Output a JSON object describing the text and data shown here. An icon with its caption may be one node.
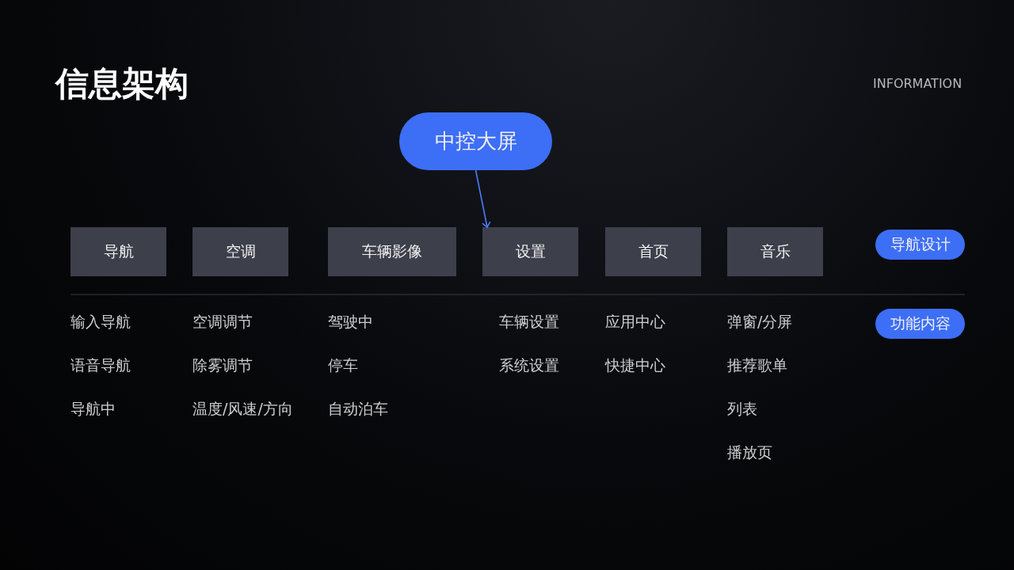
{
  "diagram": {
    "title": "信息架构",
    "nodes": [
      {
        "text": [
          "中控大屏"
        ]
      },
      {
        "text": [
          "导航"
        ],
        "beside": [
          "输入导航",
          "语音导航",
          "导航中"
        ]
      },
      {
        "text": [
          "空调"
        ],
        "beside": [
          "空调调节",
          "除雾调节",
          "温度/风速/方向"
        ]
      },
      {
        "text": [
          "车辆影像"
        ],
        "beside": [
          "驾驶中",
          "停车",
          "自动泊车"
        ]
      },
      {
        "text": [
          "设置"
        ],
        "beside": [
          "车辆设置",
          "系统设置"
        ]
      },
      {
        "text": [
          "首页"
        ],
        "beside": [
          "应用中心",
          "快捷中心"
        ]
      },
      {
        "text": [
          "音乐"
        ],
        "beside": [
          "弹窗/分屏",
          "推荐歌单",
          "列表",
          "播放页"
        ]
      },
      {
        "text": [
          "导航设计"
        ]
      },
      {
        "text": [
          "功能内容"
        ]
      }
    ],
    "edges": [
      {
        "from": 0,
        "to": 4,
        "arrow": "to"
      }
    ],
    "labels": [
      "INFORMATION"
    ]
  }
}
